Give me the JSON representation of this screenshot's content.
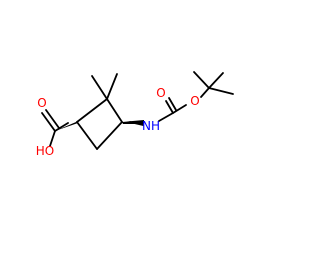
{
  "atom_labels": {
    "carboxyl_oxygen": "O",
    "hydroxyl": "HO",
    "amine": "NH",
    "carbonyl_oxygen": "O",
    "ester_oxygen": "O"
  },
  "colors": {
    "bond": "#000000",
    "oxygen": "#ff0000",
    "nitrogen": "#0000ff",
    "background": "#ffffff"
  }
}
